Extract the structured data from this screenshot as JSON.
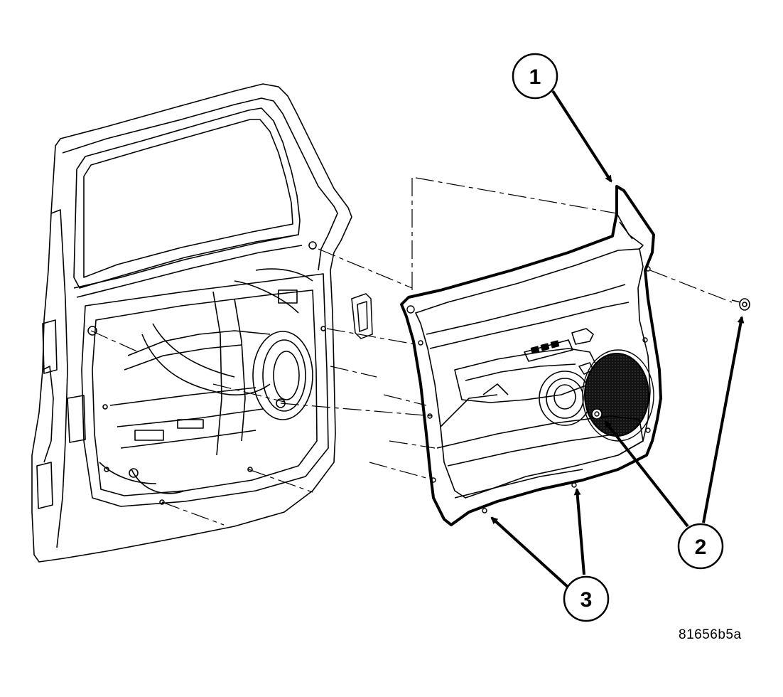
{
  "callouts": [
    {
      "id": "1",
      "label": "1"
    },
    {
      "id": "2",
      "label": "2"
    },
    {
      "id": "3",
      "label": "3"
    }
  ],
  "figure_id": "81656b5a",
  "colors": {
    "ink": "#000000",
    "paper": "#ffffff",
    "speaker_fill": "#111111"
  }
}
